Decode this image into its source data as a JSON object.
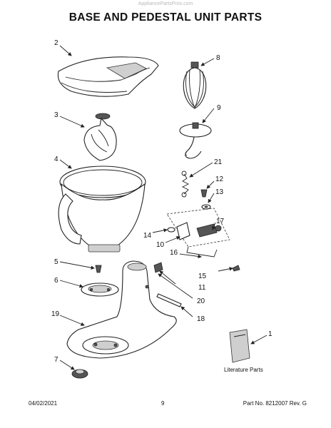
{
  "header": {
    "watermark": "AppliancePartsPros.com",
    "title": "BASE AND PEDESTAL UNIT PARTS"
  },
  "callouts": {
    "c1": "1",
    "c2": "2",
    "c3": "3",
    "c4": "4",
    "c5": "5",
    "c6": "6",
    "c7": "7",
    "c8": "8",
    "c9": "9",
    "c10": "10",
    "c11": "11",
    "c12": "12",
    "c13": "13",
    "c14": "14",
    "c15": "15",
    "c16": "16",
    "c17": "17",
    "c18": "18",
    "c19": "19",
    "c20": "20",
    "c21": "21"
  },
  "literature": {
    "label": "Literature Parts"
  },
  "footer": {
    "date": "04/02/2021",
    "page": "9",
    "part": "Part No. 8212007  Rev. G"
  }
}
